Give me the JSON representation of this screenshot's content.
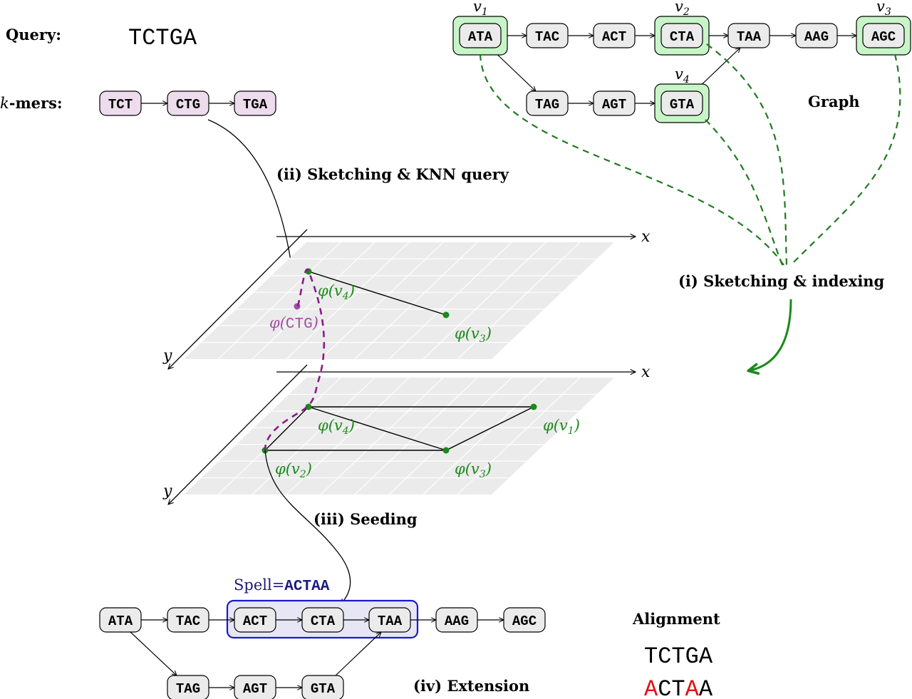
{
  "labels": {
    "query": "Query:",
    "kmers": "k-mers:",
    "kmers_italic": "k",
    "kmers_rest": "-mers:",
    "graph": "Graph",
    "step_i": "(i)  Sketching & indexing",
    "step_ii": "(ii)  Sketching & KNN query",
    "step_iii": "(iii)  Seeding",
    "step_iv": "(iv)  Extension",
    "alignment": "Alignment",
    "spell_prefix": "Spell=",
    "spell_value": "ACTAA",
    "axis_x": "x",
    "axis_y": "y"
  },
  "query_sequence": "TCTGA",
  "kmers": [
    "TCT",
    "CTG",
    "TGA"
  ],
  "graph": {
    "top_row": [
      "ATA",
      "TAC",
      "ACT",
      "CTA",
      "TAA",
      "AAG",
      "AGC"
    ],
    "bottom_row": [
      "TAG",
      "AGT",
      "GTA"
    ],
    "highlighted": [
      {
        "node": "ATA",
        "label": "v1"
      },
      {
        "node": "CTA",
        "label": "v2"
      },
      {
        "node": "AGC",
        "label": "v3"
      },
      {
        "node": "GTA",
        "label": "v4"
      }
    ]
  },
  "embedding_upper": {
    "points": [
      {
        "label": "φ(v4)",
        "kind": "graph"
      },
      {
        "label": "φ(v3)",
        "kind": "graph"
      },
      {
        "label": "φ(CTG)",
        "kind": "query"
      }
    ]
  },
  "embedding_lower": {
    "points": [
      {
        "label": "φ(v4)",
        "kind": "graph"
      },
      {
        "label": "φ(v1)",
        "kind": "graph"
      },
      {
        "label": "φ(v2)",
        "kind": "graph"
      },
      {
        "label": "φ(v3)",
        "kind": "graph"
      }
    ]
  },
  "extension_graph": {
    "top_row": [
      "ATA",
      "TAC",
      "ACT",
      "CTA",
      "TAA",
      "AAG",
      "AGC"
    ],
    "bottom_row": [
      "TAG",
      "AGT",
      "GTA"
    ],
    "spell_nodes": [
      "ACT",
      "CTA",
      "TAA"
    ]
  },
  "alignment": {
    "query": [
      "T",
      "C",
      "T",
      "G",
      "A"
    ],
    "target": [
      "A",
      "C",
      "T",
      "A",
      "A"
    ],
    "mismatch": [
      true,
      false,
      false,
      true,
      false
    ]
  },
  "colors": {
    "node_fill": "#ebebeb",
    "kmer_fill": "#ecdcec",
    "highlight_fill": "#c8f5c8",
    "green": "#1a8a1a",
    "dashed_green": "#1f7a1f",
    "purple": "#8a1a8a",
    "query_point": "#a050a0",
    "spell_blue": "#1a1acc",
    "spell_text": "#1a1a80",
    "spell_fill": "#e6e6f5",
    "plane": "#ebebeb",
    "mismatch": "#e01010"
  }
}
